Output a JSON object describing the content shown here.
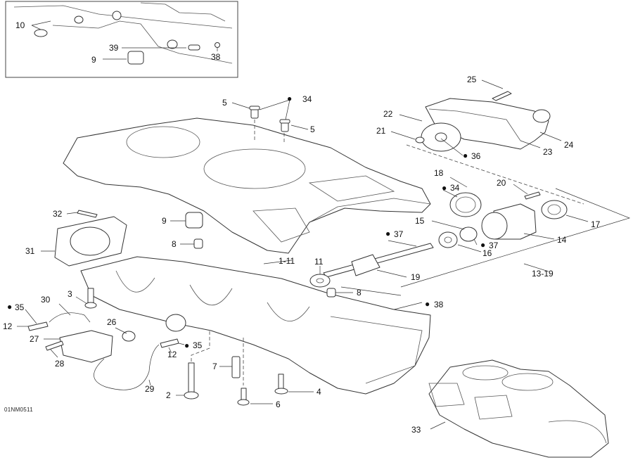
{
  "diagram": {
    "title": "Crankcase exploded view",
    "reference_code": "01NM0511",
    "lubricant_symbol": "oil-drop-icon",
    "callouts": [
      {
        "id": "c10",
        "label": "10",
        "lube": false
      },
      {
        "id": "c39",
        "label": "39",
        "lube": false
      },
      {
        "id": "c9a",
        "label": "9",
        "lube": false
      },
      {
        "id": "c38a",
        "label": "38",
        "lube": false
      },
      {
        "id": "c5a",
        "label": "5",
        "lube": false
      },
      {
        "id": "c34a",
        "label": "34",
        "lube": true
      },
      {
        "id": "c5b",
        "label": "5",
        "lube": false
      },
      {
        "id": "c25",
        "label": "25",
        "lube": false
      },
      {
        "id": "c22",
        "label": "22",
        "lube": false
      },
      {
        "id": "c21",
        "label": "21",
        "lube": false
      },
      {
        "id": "c36",
        "label": "36",
        "lube": true
      },
      {
        "id": "c24",
        "label": "24",
        "lube": false
      },
      {
        "id": "c23",
        "label": "23",
        "lube": false
      },
      {
        "id": "c18",
        "label": "18",
        "lube": false
      },
      {
        "id": "c34b",
        "label": "34",
        "lube": true
      },
      {
        "id": "c20",
        "label": "20",
        "lube": false
      },
      {
        "id": "c17",
        "label": "17",
        "lube": false
      },
      {
        "id": "c15",
        "label": "15",
        "lube": false
      },
      {
        "id": "c37a",
        "label": "37",
        "lube": true
      },
      {
        "id": "c37b",
        "label": "37",
        "lube": true
      },
      {
        "id": "c16",
        "label": "16",
        "lube": false
      },
      {
        "id": "c14",
        "label": "14",
        "lube": false
      },
      {
        "id": "c19",
        "label": "19",
        "lube": false
      },
      {
        "id": "c1319",
        "label": "13-19",
        "lube": false
      },
      {
        "id": "c32",
        "label": "32",
        "lube": false
      },
      {
        "id": "c9b",
        "label": "9",
        "lube": false
      },
      {
        "id": "c31",
        "label": "31",
        "lube": false
      },
      {
        "id": "c8a",
        "label": "8",
        "lube": false
      },
      {
        "id": "c111",
        "label": "1-11",
        "lube": false
      },
      {
        "id": "c11",
        "label": "11",
        "lube": false
      },
      {
        "id": "c8b",
        "label": "8",
        "lube": false
      },
      {
        "id": "c38b",
        "label": "38",
        "lube": true
      },
      {
        "id": "c3",
        "label": "3",
        "lube": false
      },
      {
        "id": "c30",
        "label": "30",
        "lube": false
      },
      {
        "id": "c35a",
        "label": "35",
        "lube": true
      },
      {
        "id": "c12a",
        "label": "12",
        "lube": false
      },
      {
        "id": "c26",
        "label": "26",
        "lube": false
      },
      {
        "id": "c27",
        "label": "27",
        "lube": false
      },
      {
        "id": "c28",
        "label": "28",
        "lube": false
      },
      {
        "id": "c35b",
        "label": "35",
        "lube": true
      },
      {
        "id": "c12b",
        "label": "12",
        "lube": false
      },
      {
        "id": "c29",
        "label": "29",
        "lube": false
      },
      {
        "id": "c7",
        "label": "7",
        "lube": false
      },
      {
        "id": "c2",
        "label": "2",
        "lube": false
      },
      {
        "id": "c4",
        "label": "4",
        "lube": false
      },
      {
        "id": "c6",
        "label": "6",
        "lube": false
      },
      {
        "id": "c33",
        "label": "33",
        "lube": false
      }
    ]
  }
}
